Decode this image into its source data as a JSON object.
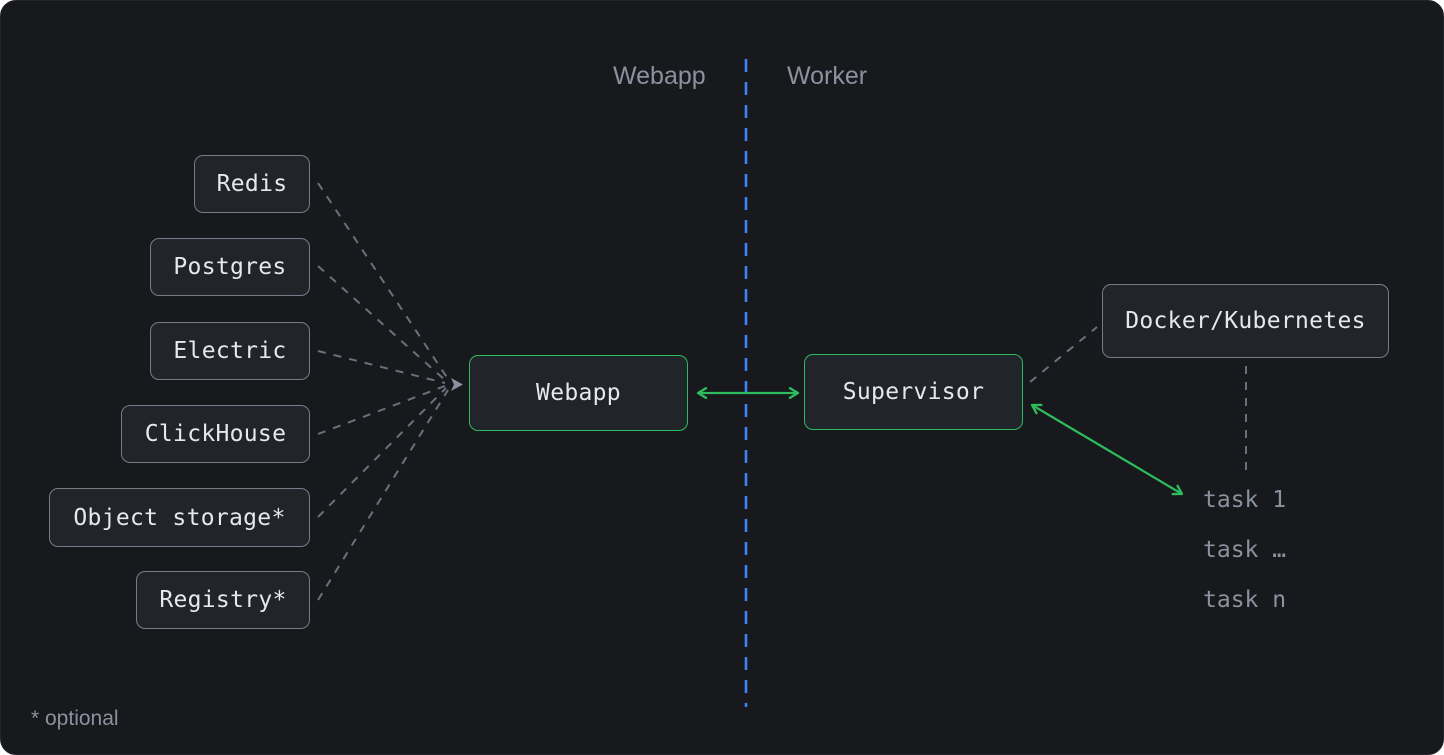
{
  "diagram": {
    "lanes": {
      "left_label": "Webapp",
      "right_label": "Worker"
    },
    "services": [
      {
        "label": "Redis"
      },
      {
        "label": "Postgres"
      },
      {
        "label": "Electric"
      },
      {
        "label": "ClickHouse"
      },
      {
        "label": "Object storage*"
      },
      {
        "label": "Registry*"
      }
    ],
    "webapp_node": {
      "label": "Webapp"
    },
    "supervisor_node": {
      "label": "Supervisor"
    },
    "runtime_node": {
      "label": "Docker/Kubernetes"
    },
    "tasks": {
      "task_1": "task 1",
      "task_ellipsis": "task …",
      "task_n": "task n"
    },
    "footnote": "* optional",
    "colors": {
      "canvas_bg": "#17191d",
      "box_bg": "#212429",
      "box_border_gray": "#767d8a",
      "box_text": "#e6e8eb",
      "muted_text": "#8b919e",
      "accent_green": "#2ebb5d",
      "divider_blue": "#3d82f6",
      "dashed_gray": "#6a717d"
    }
  }
}
